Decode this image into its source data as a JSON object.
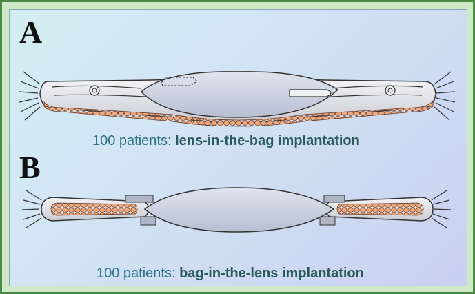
{
  "figure": {
    "panel_a": {
      "letter": "A",
      "caption_prefix": "100 patients: ",
      "caption_emphasis": "lens-in-the-bag implantation"
    },
    "panel_b": {
      "letter": "B",
      "caption_prefix": "100 patients: ",
      "caption_emphasis": "bag-in-the-lens implantation"
    }
  },
  "colors": {
    "frame": "#4a8a44",
    "caption_text": "#2f6f84",
    "lens_fill": "#c8d0e0",
    "cells": "#e9a77c"
  }
}
